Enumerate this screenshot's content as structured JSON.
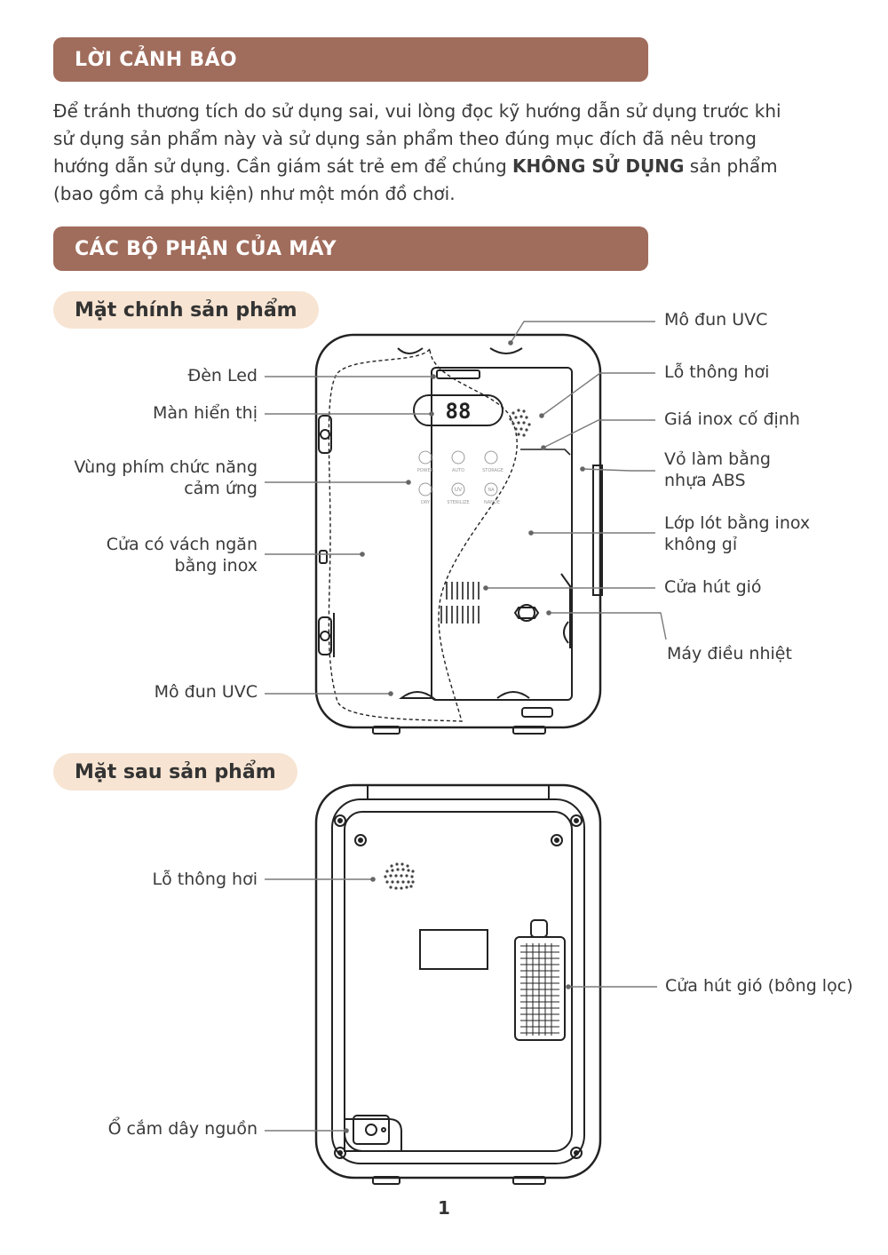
{
  "warning": {
    "title": "LỜI CẢNH BÁO",
    "line1": "Để tránh thương tích do sử dụng sai, vui lòng đọc kỹ hướng dẫn sử dụng trước khi",
    "line2": "sử dụng sản phẩm này và sử dụng sản phẩm theo đúng mục đích đã nêu trong",
    "line3_a": "hướng dẫn sử dụng. Cần giám sát trẻ em để chúng ",
    "line3_bold": "KHÔNG SỬ DỤNG",
    "line3_b": " sản phẩm",
    "line4": "(bao gồm cả phụ kiện) như một món đồ chơi."
  },
  "parts": {
    "title": "CÁC BỘ PHẬN CỦA MÁY"
  },
  "front": {
    "title": "Mặt chính sản phẩm",
    "labels": {
      "uvc_top": "Mô đun UVC",
      "led": "Đèn Led",
      "display": "Màn hiển thị",
      "touch_1": "Vùng phím chức năng",
      "touch_2": "cảm ứng",
      "door_1": "Cửa có vách ngăn",
      "door_2": "bằng inox",
      "uvc_bottom": "Mô đun UVC",
      "vent": "Lỗ thông hơi",
      "rack": "Giá inox cố định",
      "shell_1": "Vỏ làm bằng",
      "shell_2": "nhựa ABS",
      "liner_1": "Lớp lót bằng inox",
      "liner_2": "không gỉ",
      "intake": "Cửa hút gió",
      "thermostat": "Máy điều nhiệt"
    },
    "display_digits": "88",
    "buttons": [
      {
        "label": "POWER",
        "icon": "power-icon"
      },
      {
        "label": "AUTO",
        "icon": "auto-icon"
      },
      {
        "label": "STORAGE",
        "icon": "storage-icon"
      },
      {
        "label": "DRY",
        "icon": "dry-icon"
      },
      {
        "label": "STERILIZE",
        "icon": "uv-icon",
        "glyph": "UV"
      },
      {
        "label": "NANOE",
        "icon": "nanoe-icon",
        "glyph": "NA"
      }
    ]
  },
  "back": {
    "title": "Mặt sau sản phẩm",
    "labels": {
      "vent": "Lỗ thông hơi",
      "intake": "Cửa hút gió (bông lọc)",
      "power_socket": "Ổ cắm dây nguồn"
    }
  },
  "page_number": "1",
  "colors": {
    "banner": "#a06c5c",
    "pill": "#f7e4d2",
    "line": "#7a7a7a",
    "outline": "#222222"
  }
}
